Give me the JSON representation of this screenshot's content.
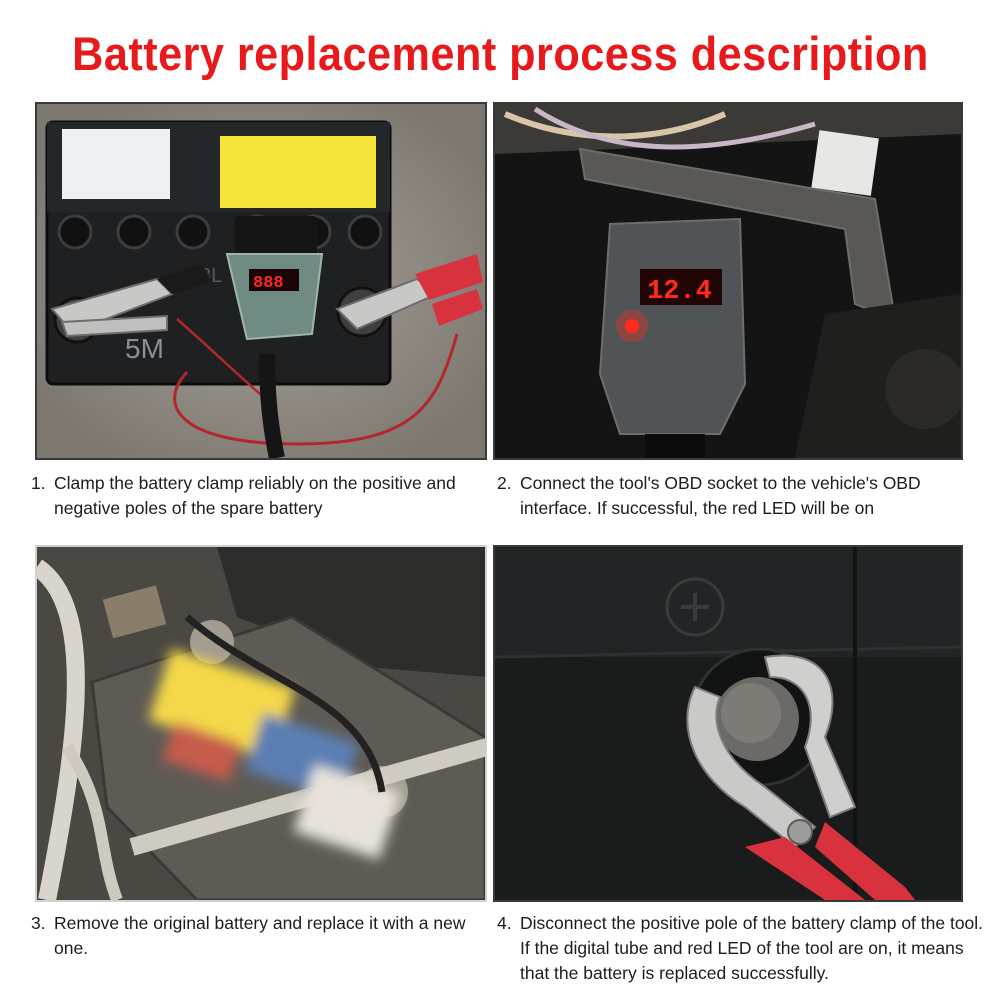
{
  "title": "Battery replacement process description",
  "photo1": {
    "battery_label": "5M",
    "display": "888",
    "side_label": "3L"
  },
  "photo2": {
    "display": "12.4"
  },
  "steps": [
    {
      "number": "1.",
      "text": "Clamp the battery clamp reliably on the positive and negative poles of the spare battery"
    },
    {
      "number": "2.",
      "text": "Connect the tool's OBD socket to the vehicle's OBD interface. If successful, the red LED will be on"
    },
    {
      "number": "3.",
      "text": "Remove the original battery and replace it with a new one."
    },
    {
      "number": "4.",
      "text": "Disconnect the positive pole of the battery clamp of the tool. If the digital tube and red LED of the tool are on, it means that the battery is replaced successfully."
    }
  ],
  "colors": {
    "title": "#e8191b",
    "led": "#ff2a1a",
    "clamp_handle": "#d9323f"
  }
}
